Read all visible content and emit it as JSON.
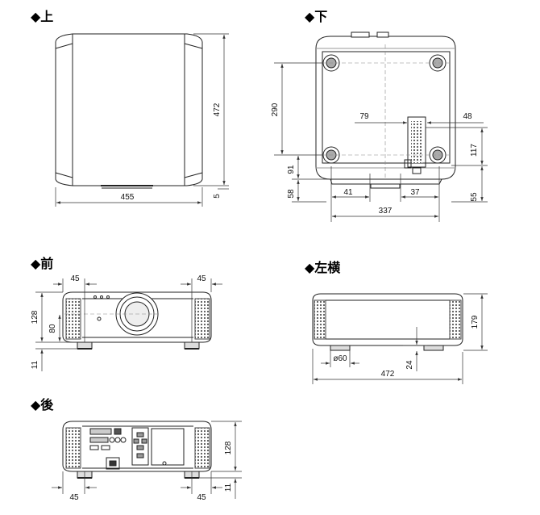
{
  "sections": {
    "top": {
      "title": "◆上"
    },
    "bottom": {
      "title": "◆下"
    },
    "front": {
      "title": "◆前"
    },
    "side": {
      "title": "◆左横"
    },
    "rear": {
      "title": "◆後"
    }
  },
  "dimensions": {
    "top": {
      "width": "455",
      "depth": "472",
      "foot": "5"
    },
    "bottom": {
      "v290": "290",
      "v91": "91",
      "v58": "58",
      "d79": "79",
      "d48": "48",
      "v117": "117",
      "v55": "55",
      "d41": "41",
      "d37": "37",
      "d337": "337"
    },
    "front": {
      "left45": "45",
      "right45": "45",
      "h128": "128",
      "h80": "80",
      "h11": "11"
    },
    "side": {
      "h179": "179",
      "dia60": "ø60",
      "h24": "24",
      "w472": "472"
    },
    "rear": {
      "h128": "128",
      "h11": "11",
      "left45": "45",
      "right45": "45"
    }
  },
  "colors": {
    "line": "#222222",
    "dim": "#333333",
    "grille": "#555555"
  }
}
